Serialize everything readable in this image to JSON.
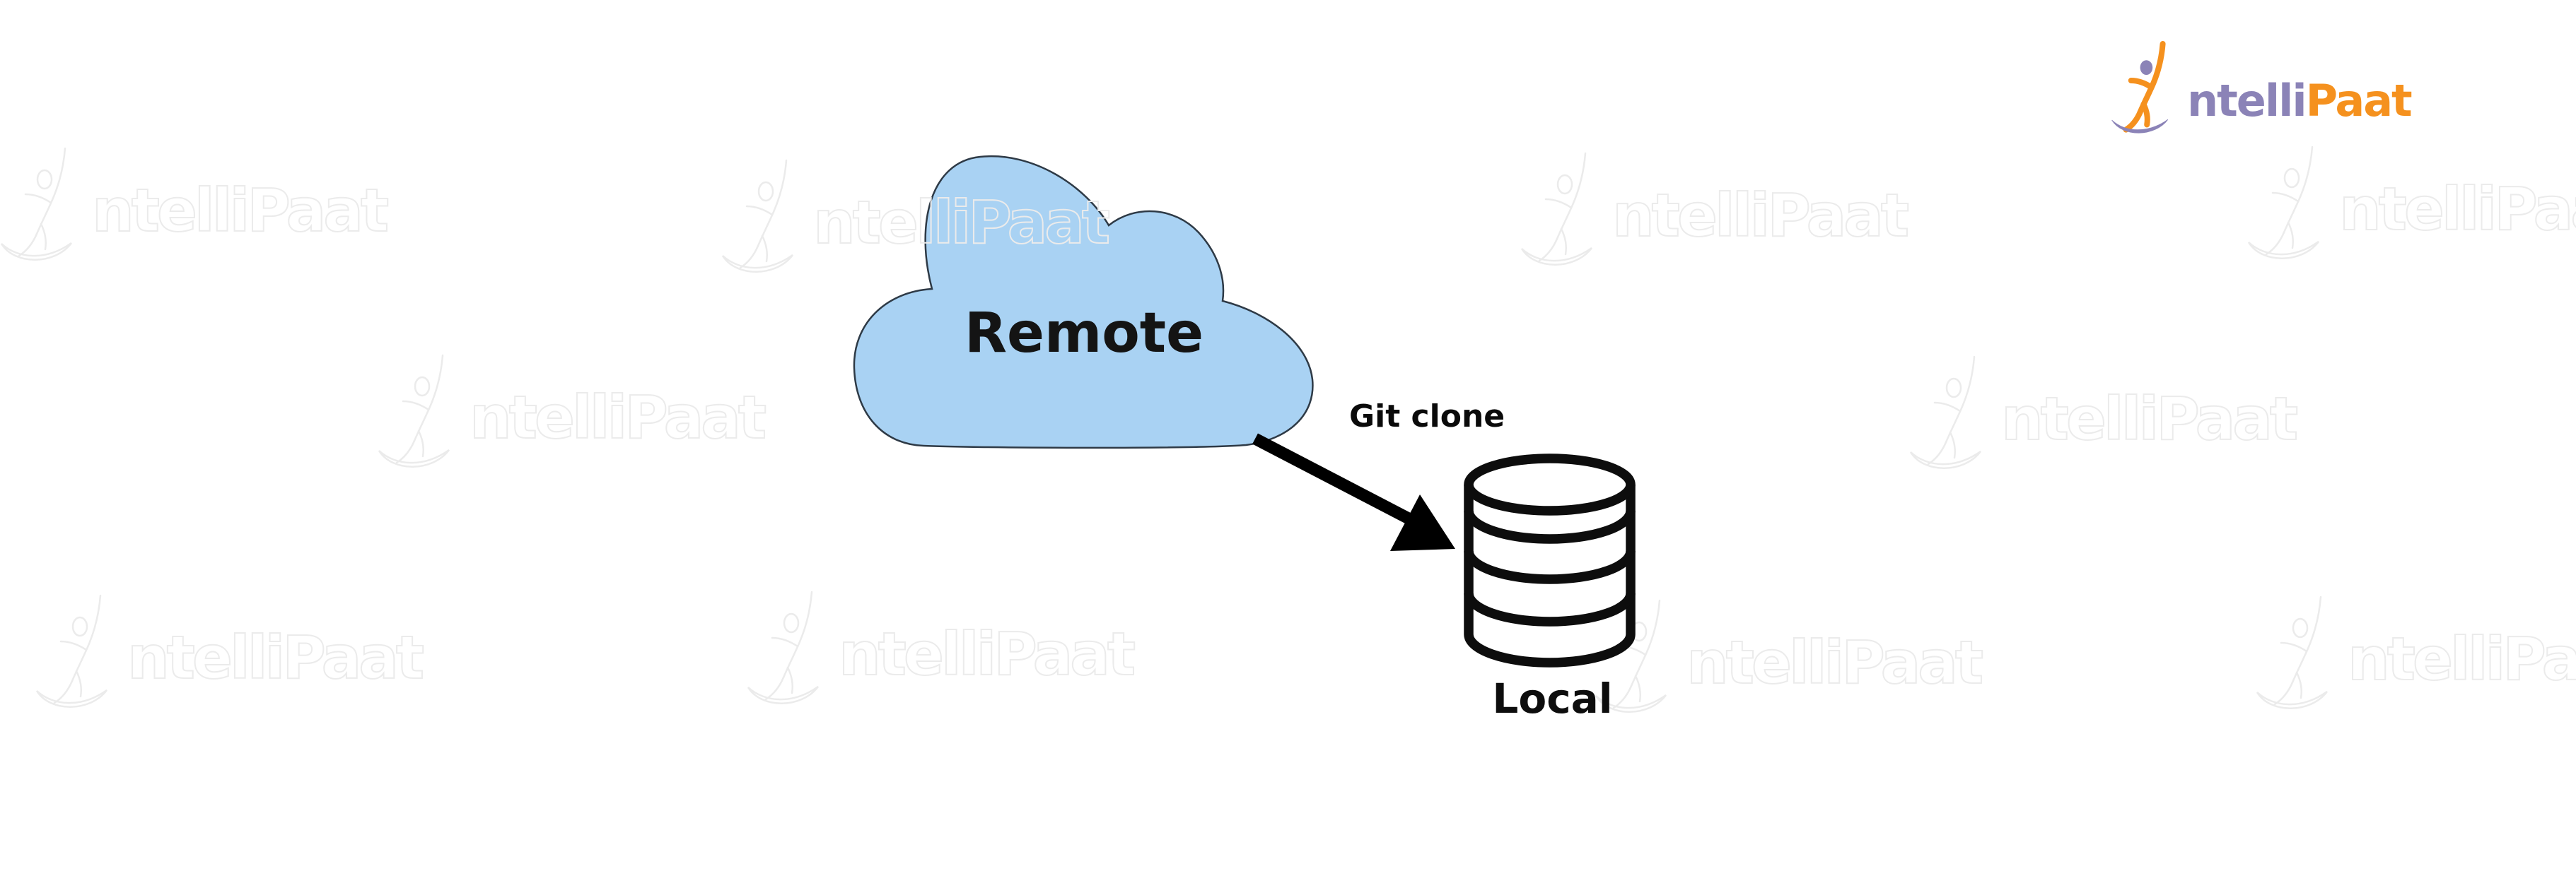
{
  "page": {
    "background_color": "#ffffff"
  },
  "diagram": {
    "cloud": {
      "label": "Remote",
      "fill": "#a9d2f3",
      "stroke": "#2e3a46",
      "label_color": "#141414"
    },
    "arrow": {
      "label": "Git clone",
      "color": "#000000"
    },
    "database": {
      "label": "Local",
      "icon": "database-cylinder-icon",
      "stroke": "#0d0d0d",
      "fill": "#ffffff"
    }
  },
  "logo": {
    "text_part1": "ntelli",
    "text_part2": "Paat",
    "color_purple": "#8b83b7",
    "color_orange": "#f5911e"
  },
  "watermark": {
    "text": "ntelliPaat",
    "color": "#ebebeb"
  }
}
